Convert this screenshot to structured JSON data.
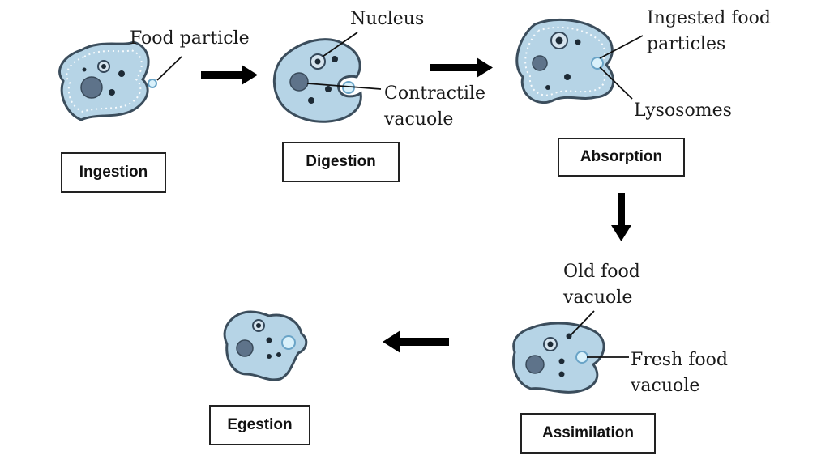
{
  "stages": {
    "ingestion": "Ingestion",
    "digestion": "Digestion",
    "absorption": "Absorption",
    "assimilation": "Assimilation",
    "egestion": "Egestion"
  },
  "labels": {
    "food_particle": "Food particle",
    "nucleus": "Nucleus",
    "contractile_line1": "Contractile",
    "contractile_line2": "vacuole",
    "ingested_line1": "Ingested food",
    "ingested_line2": "particles",
    "lysosomes": "Lysosomes",
    "old_line1": "Old food",
    "old_line2": "vacuole",
    "fresh_line1": "Fresh food",
    "fresh_line2": "vacuole"
  }
}
